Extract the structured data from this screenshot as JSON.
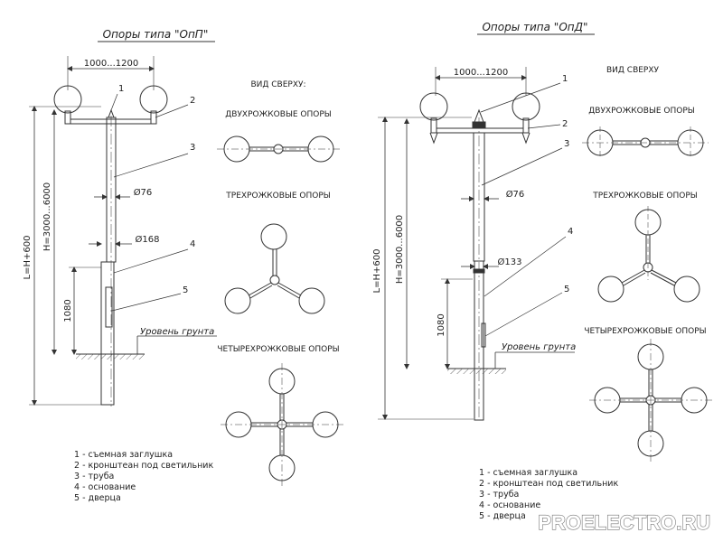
{
  "titles": {
    "left": "Опоры типа \"ОпП\"",
    "right": "Опоры типа \"ОпД\""
  },
  "dimensions": {
    "bracket_width": "1000...1200",
    "pole_height": "H=3000...6000",
    "total_length": "L=H+600",
    "pipe_diameter": "Ø76",
    "base_diameter_left": "Ø168",
    "base_diameter_right": "Ø133",
    "door_height": "1080"
  },
  "ground_label": "Уровень грунта",
  "callouts": [
    "1",
    "2",
    "3",
    "4",
    "5"
  ],
  "top_view": {
    "left": {
      "heading": "ВИД СВЕРХУ:",
      "two": "ДВУХРОЖКОВЫЕ ОПОРЫ",
      "three": "ТРЕХРОЖКОВЫЕ ОПОРЫ",
      "four": "ЧЕТЫРЕХРОЖКОВЫЕ ОПОРЫ"
    },
    "right": {
      "heading": "ВИД СВЕРХУ",
      "two": "ДВУХРОЖКОВЫЕ ОПОРЫ",
      "three": "ТРЕХРОЖКОВЫЕ ОПОРЫ",
      "four": "ЧЕТЫРЕХРОЖКОВЫЕ ОПОРЫ"
    }
  },
  "legend": [
    "1 - съемная заглушка",
    "2 - кронштеан под светильник",
    "3 - труба",
    "4 - основание",
    "5 - дверца"
  ],
  "watermark": "PROELECTRO.RU",
  "colors": {
    "line": "#333333",
    "background": "#ffffff"
  }
}
